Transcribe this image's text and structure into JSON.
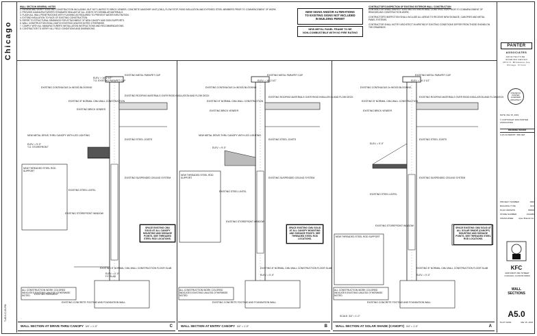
{
  "city_title": "Chicago",
  "side_id": "T-A5.0-C-00-PM",
  "general_notes": {
    "heading": "WALL SECTION GENERAL NOTES",
    "items": [
      "1. REVIEW AND VERIFY EXISTING CONSTRUCTION INCLUDING, BUT NOT LIMITED TO BRICK VENEER, CONCRETE MASONRY UNIT (CMU), FLOW STOP, RIGID INSULATION AND EXPOSED STEEL MEMBERS PRIOR TO COMMENCEMENT OF WORK.",
      "2. PROVIDE A MANUFACTURER'S STANDARD SEALANT AT ALL JOINTS OF DISSIMILAR MATERIALS.",
      "3. FLASH ALL WALL PENETRATIONS WITH FLASHING AS REQUIRED TO PREVENT WATER INFILTRATION.",
      "4. EXTEND INSULATION TO FACE OF EXISTING CONSTRUCTION.",
      "5. REFER TO STRUCTURAL DRAWINGS FOR ATTACHMENT OF NEW CANOPY AND SIGN SUPPORTS.",
      "6. WALL CONSTRUCTION SHALL MATCH EXISTING UNLESS NOTED OTHERWISE.",
      "7. COMPLY WITH ALL MANUFACTURER'S INSTALLATION INSTRUCTIONS AND RECOMMENDATIONS.",
      "8. CONTRACTOR TO VERIFY ALL FIELD CONDITIONS AND DIMENSIONS."
    ]
  },
  "sign_box": {
    "line1": "NEW SIGNS AND/OR ALTERATIONS",
    "line2": "TO EXISTING SIGNS NOT INCLUDED",
    "line3": "IN BUILDING PERMIT",
    "line4": "NEW METAL PANEL FRAME TO BE",
    "line5": "NON-COMBUSTIBLE WITH NO FIRE RATING"
  },
  "contractor_notes": {
    "heading": "CONTRACTOR'S INSPECTION OF EXISTING EXTERIOR WALL CONSTRUCTION",
    "items": [
      "CONTRACTOR SHALL INSPECT EXISTING EXTERIOR WALL CONSTRUCTION PRIOR TO COMMENCEMENT OF REMODELING CONSTRUCTION WORK.",
      "CONTRACTOR'S INSPECTION SHALL INCLUDE ALL AREAS TO RECEIVE NEW SIGNAGE, CANOPIES AND METAL PANEL SYSTEMS.",
      "CONTRACTOR SHALL NOTIFY ARCHITECT IN WRITING IF EXISTING CONDITIONS DIFFER FROM THOSE SHOWN ON THE DRAWINGS."
    ]
  },
  "sections": [
    {
      "title": "WALL SECTION AT DRIVE-THRU CANOPY",
      "scale": "3/4\" = 1'-0\"",
      "number": "C",
      "note_box": "SPACE EXISTING CMU SOLID AT ALL CANOPY MOUNTING AND SIGNAGE POINTS. SEE THREADED STEEL ROD LOCATIONS.",
      "footer_note": "ALL CONSTRUCTION WORK COLORED INDICATES EXISTING UNLESS OTHERWISE NOTED"
    },
    {
      "title": "WALL SECTION AT ENTRY CANOPY",
      "scale": "3/4\" = 1'-0\"",
      "number": "B",
      "note_box": "SPACE EXISTING CMU SOLID AT ALL CANOPY MOUNTING AND SIGNAGE POINTS. SEE THREADED STEEL ROD LOCATIONS.",
      "footer_note": "ALL CONSTRUCTION WORK COLORED INDICATES EXISTING UNLESS OTHERWISE NOTED"
    },
    {
      "title": "WALL SECTION AT SOLAR SHADE (CANOPY)",
      "scale": "3/4\" = 1'-0\"",
      "number": "A",
      "note_box": "SPACE EXISTING CMU SOLID AT ALL SOLAR SHADE (CANOPY) MOUNTING AND SIGNAGE POINTS. SEE THREADED STEEL ROD LOCATIONS.",
      "footer_note": "ALL CONSTRUCTION WORK COLORED INDICATES EXISTING UNLESS OTHERWISE NOTED"
    }
  ],
  "section_labels": {
    "parapet": "EXISTING METAL PARAPET CAP",
    "contin": "EXISTING CONTINUOUS 2x WOOD BLOCKING",
    "elev1": "ELEV. = 16'-2 1/2\"",
    "elev1b": "T.O. EXISTING PARAPET CAP",
    "elev2": "ELEV. = 9'-0\"",
    "elev2b": "T.O. STOREFRONT",
    "elev3": "ELEV. = 0'-0\"",
    "elev3b": "F.F. SLAB",
    "roofing": "EXISTING ROOFING MATERIALS OVER RIGID INSULATION AND FLOW DECK",
    "brick": "EXISTING BRICK VENEER",
    "cmu": "EXISTING 8\" NORMAL CMU WALL CONSTRUCTION",
    "joist": "EXISTING STEEL JOISTS",
    "ceiling": "EXISTING SUSPENDED CEILING SYSTEM",
    "lintel": "EXISTING STEEL LINTEL",
    "window": "EXISTING STOREFRONT WINDOW",
    "wall": "EXISTING 8\" NORMAL CMU WALL CONSTRUCTION FLOOR SLAB",
    "footing": "EXISTING CONCRETE FOOTING AND FOUNDATION WALL",
    "pavement": "EXISTING PAVEMENT",
    "canopy": "NEW METAL DRIVE-THRU CANOPY WITH LED LIGHTING",
    "rod": "NEW THREADED STEEL ROD SUPPORT"
  },
  "title_block": {
    "firm_line1": "PANTER",
    "firm_line2": "ASSOCIATES",
    "firm_sub": "ARCHITECTURE · INTERIOR DESIGN",
    "address1": "2874 N. Milwaukee Ave",
    "address2": "Chicago, Illinois",
    "seal_line1": "STEVEN M.",
    "seal_line2": "PANTER",
    "seal_line3": "LICENSED ARCHITECT",
    "date_label": "DATE",
    "date_value": "Mar 15, 2019",
    "copyright": "© COPYRIGHT 2019 PANTER ASSOCIATES",
    "issued_heading": "DRAWING ISSUED",
    "issue_row": "3-15-19    PERMIT / BID SET",
    "project_number_label": "PROJECT NUMBER",
    "project_number": "1826",
    "building_type_label": "BUILDING TYPE",
    "building_type": "KFC",
    "plan_version_label": "PLAN VERSION",
    "plan_version": "B9600",
    "store_number_label": "STORE NUMBER",
    "store_number": "J312083",
    "franchisee_label": "FRANCHISEE",
    "franchisee": "Apex Brands Inc.",
    "kfc": "KFC",
    "kfc_address": "3228 WEST 26th STREET CHICAGO, ILLINOIS 60623",
    "sheet_title1": "WALL",
    "sheet_title2": "SECTIONS",
    "sheet_number": "A5.0",
    "plot_label": "PLOT DATE",
    "plot_date": "Mar 15, 2019"
  },
  "scale_bar": "SCALE: 3/4\" = 1'-0\""
}
